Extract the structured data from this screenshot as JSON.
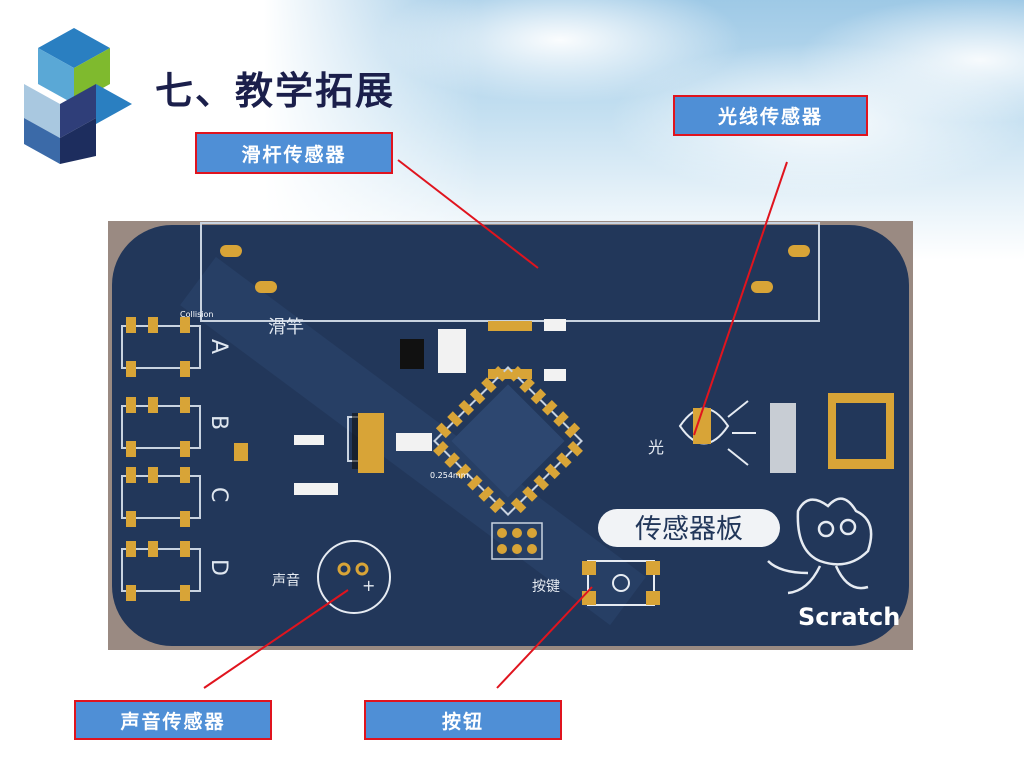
{
  "slide": {
    "title": "七、教学拓展"
  },
  "labels": {
    "slider": "滑杆传感器",
    "light": "光线传感器",
    "sound": "声音传感器",
    "button": "按钮"
  },
  "board": {
    "slider_text": "滑竿",
    "port_labels": [
      "A",
      "B",
      "C",
      "D"
    ],
    "light_text": "光",
    "board_name": "传感器板",
    "sound_text": "声音",
    "button_text": "按键",
    "brand": "Scratch",
    "collision_tag": "Collision",
    "measure_tag": "0.254mm"
  },
  "colors": {
    "label_fill": "#4f8fd6",
    "label_border": "#e0141e",
    "pcb_blue": "#22375a",
    "pad_gold": "#d8a437",
    "leader_line": "#e0141e"
  }
}
